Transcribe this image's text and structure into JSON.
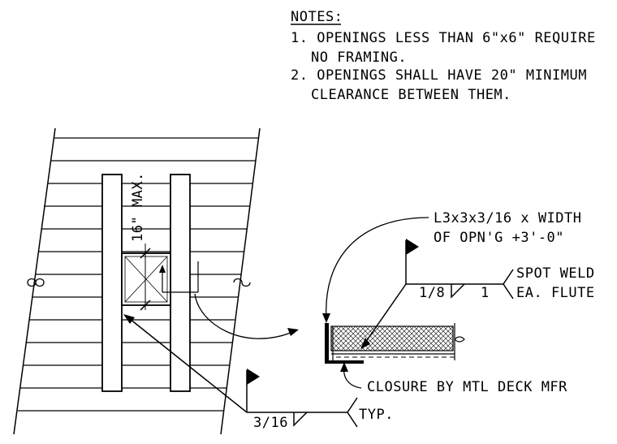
{
  "notes": {
    "heading": "NOTES:",
    "item1_line1": "1. OPENINGS LESS THAN 6\"x6\" REQUIRE",
    "item1_line2": "NO FRAMING.",
    "item2_line1": "2. OPENINGS SHALL HAVE 20\" MINIMUM",
    "item2_line2": "CLEARANCE BETWEEN THEM."
  },
  "plan": {
    "max_dim": "16\" MAX."
  },
  "callouts": {
    "angle_line1": "L3x3x3/16 x WIDTH",
    "angle_line2": "OF OPN'G +3'-0\"",
    "spot_weld_line1": "SPOT WELD",
    "spot_weld_line2": "EA. FLUTE",
    "weld_size_left": "1/8",
    "weld_size_right": "1",
    "closure": "CLOSURE BY MTL DECK MFR",
    "fillet_size": "3/16",
    "typ": "TYP."
  }
}
